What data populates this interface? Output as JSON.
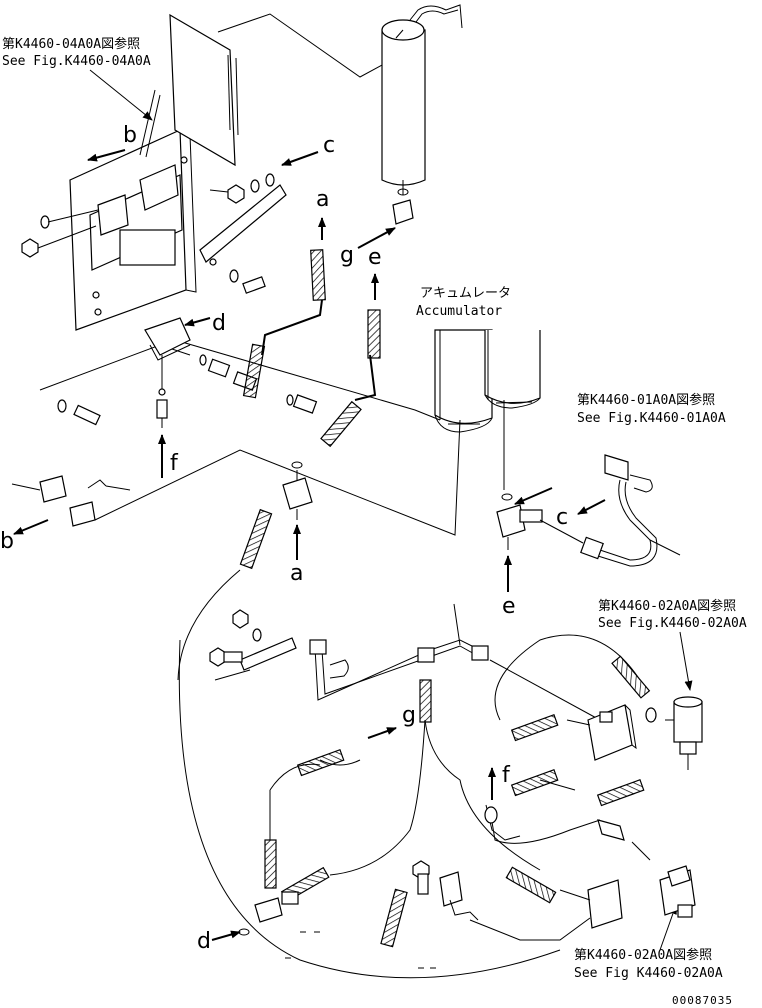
{
  "refs": {
    "top_left": {
      "jp": "第K4460-04A0A図参照",
      "en": "See Fig.K4460-04A0A"
    },
    "right_mid": {
      "jp": "第K4460-01A0A図参照",
      "en": "See Fig.K4460-01A0A"
    },
    "right_lower": {
      "jp": "第K4460-02A0A図参照",
      "en": "See Fig.K4460-02A0A"
    },
    "bottom_right": {
      "jp": "第K4460-02A0A図参照",
      "en": "See Fig K4460-02A0A"
    }
  },
  "accumulator": {
    "jp": "アキュムレータ",
    "en": "Accumulator"
  },
  "callouts": {
    "a_top": "a",
    "a_bottom": "a",
    "b_top": "b",
    "b_bottom": "b",
    "c_top": "c",
    "c_right": "c",
    "d_top": "d",
    "d_bottom": "d",
    "e_top": "e",
    "e_bottom": "e",
    "f_left": "f",
    "f_right": "f",
    "g_top": "g",
    "g_bottom": "g"
  },
  "drawing_number": "00087035"
}
